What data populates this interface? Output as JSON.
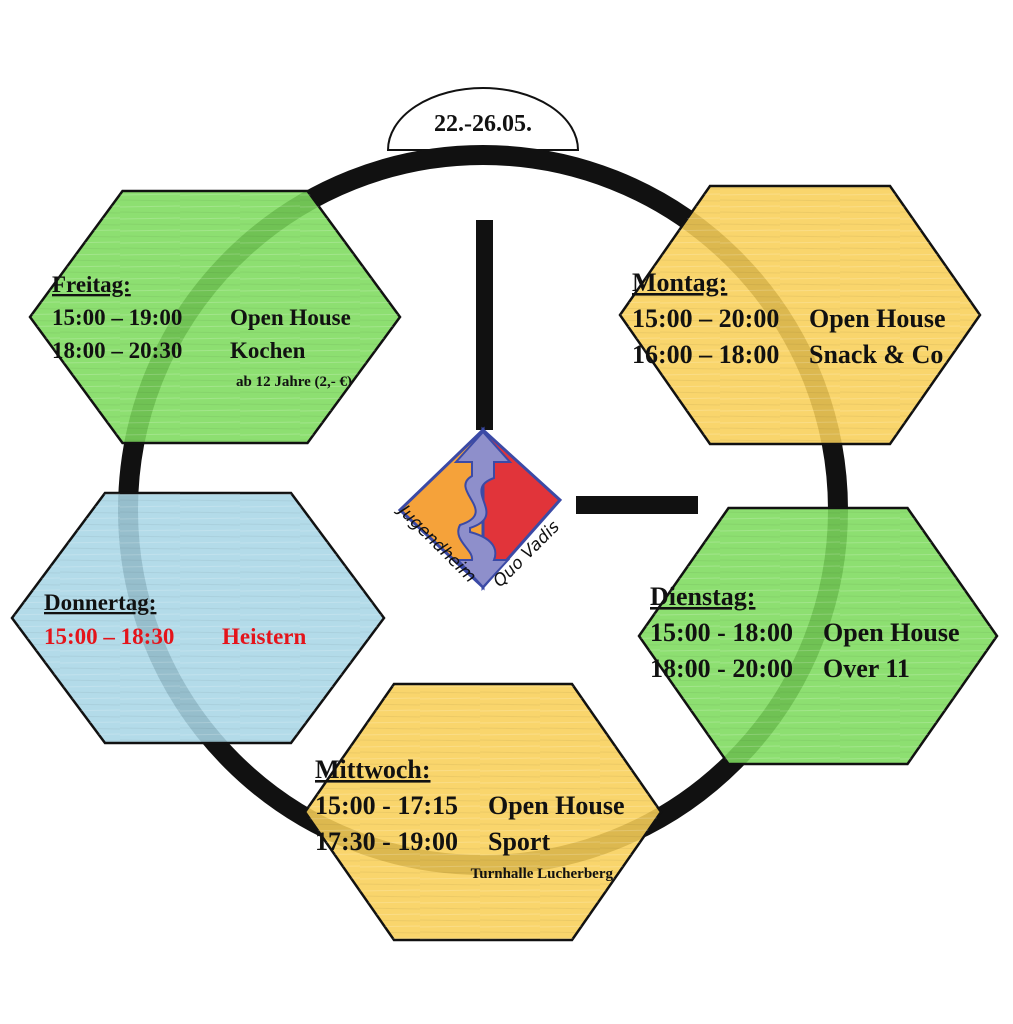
{
  "date_tab": "22.-26.05.",
  "logo": {
    "text_left": "Jugendheim",
    "text_right": "Quo Vadis",
    "colors": {
      "orange": "#F5A23A",
      "red": "#E1343A",
      "arrow": "#8E8FCB"
    }
  },
  "days": [
    {
      "id": "freitag",
      "fill": "#7DDB5D",
      "title": "Freitag:",
      "lines": [
        {
          "time": "15:00 – 19:00",
          "event": "Open House"
        },
        {
          "time": "18:00 – 20:30",
          "event": "Kochen"
        }
      ],
      "note": "ab 12 Jahre (2,- €)"
    },
    {
      "id": "montag",
      "fill": "#F8CF58",
      "title": "Montag:",
      "lines": [
        {
          "time": "15:00 – 20:00",
          "event": "Open House"
        },
        {
          "time": "16:00 – 18:00",
          "event": "Snack & Co"
        }
      ],
      "note": ""
    },
    {
      "id": "donnerstag",
      "fill": "#A8D6E6",
      "title": "Donnertag:",
      "lines": [
        {
          "time": "15:00 – 18:30",
          "event": "Heistern",
          "color": "#E4141B"
        }
      ],
      "note": ""
    },
    {
      "id": "dienstag",
      "fill": "#7DDB5D",
      "title": "Dienstag:",
      "lines": [
        {
          "time": "15:00 - 18:00",
          "event": "Open House"
        },
        {
          "time": "18:00 - 20:00",
          "event": "Over 11"
        }
      ],
      "note": ""
    },
    {
      "id": "mittwoch",
      "fill": "#F8CF58",
      "title": "Mittwoch:",
      "lines": [
        {
          "time": "15:00 - 17:15",
          "event": "Open House"
        },
        {
          "time": "17:30 - 19:00",
          "event": "Sport"
        }
      ],
      "note": "Turnhalle Lucherberg"
    }
  ]
}
